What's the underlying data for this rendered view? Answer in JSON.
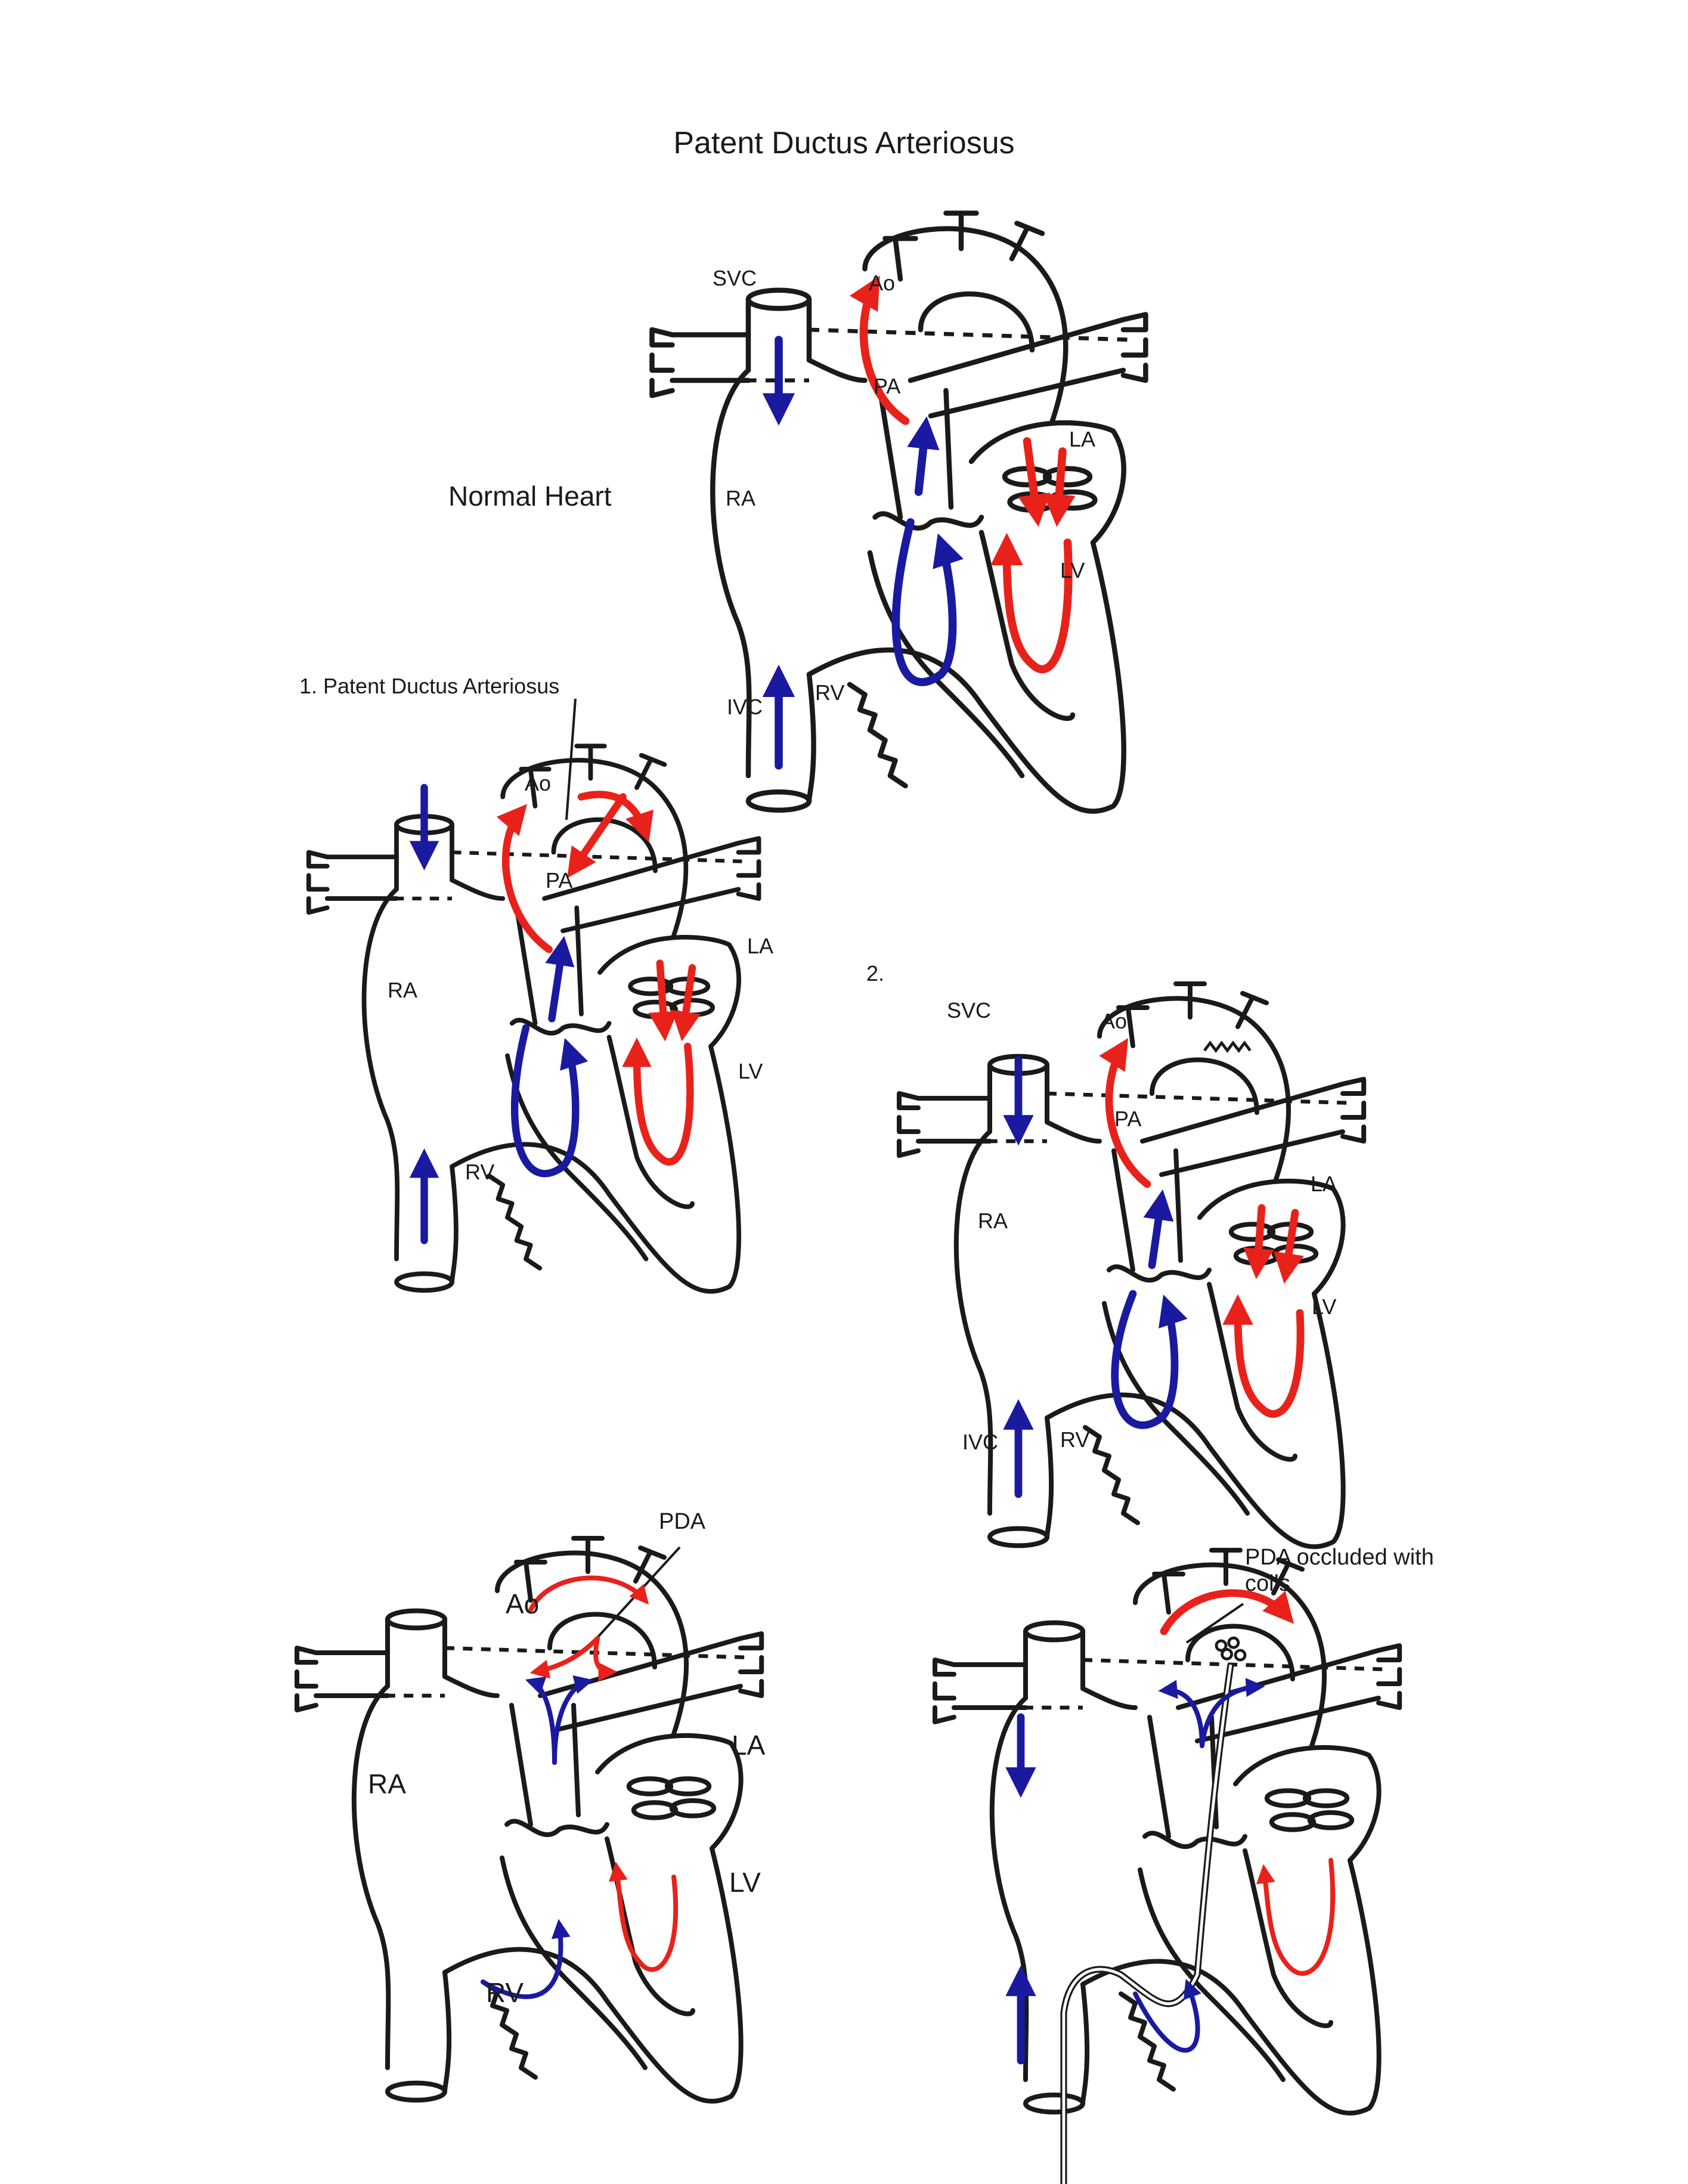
{
  "title": "Patent Ductus Arteriosus",
  "colors": {
    "oxygenated": "#e8221b",
    "deoxygenated": "#1a1aa0",
    "outline": "#1a1a1a"
  },
  "panels": {
    "normal": {
      "caption": "Normal Heart",
      "labels": {
        "svc": "SVC",
        "ao": "Ao",
        "pa": "PA",
        "la": "LA",
        "ra": "RA",
        "lv": "LV",
        "ivc": "IVC",
        "rv": "RV"
      }
    },
    "pda": {
      "caption": "1. Patent Ductus Arteriosus",
      "labels": {
        "ao": "Ao",
        "pa": "PA",
        "la": "LA",
        "ra": "RA",
        "lv": "LV",
        "rv": "RV"
      }
    },
    "ligated": {
      "caption": "2.",
      "labels": {
        "svc": "SVC",
        "ao": "Ao",
        "pa": "PA",
        "la": "LA",
        "ra": "RA",
        "lv": "LV",
        "ivc": "IVC",
        "rv": "RV"
      }
    },
    "pda_detail": {
      "annotation": "PDA",
      "labels": {
        "ao": "Ao",
        "la": "LA",
        "ra": "RA",
        "lv": "LV",
        "rv": "RV"
      }
    },
    "coil": {
      "annotation": "PDA occluded with coils"
    }
  }
}
